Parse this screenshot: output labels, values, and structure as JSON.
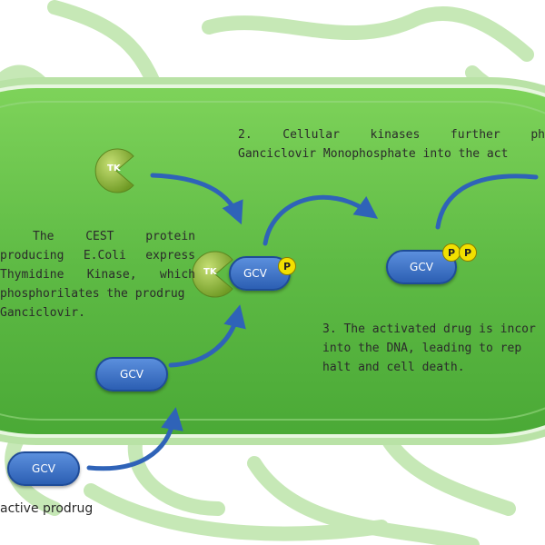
{
  "step1": {
    "lines": [
      "The CEST protein",
      "producing E.Coli express",
      "Thymidine Kinase, which",
      "phosphorilates the prodrug",
      "Ganciclovir."
    ]
  },
  "step2": {
    "line1": "2. Cellular kinases further ph",
    "line2": "Ganciclovir Monophosphate into the act"
  },
  "step3": {
    "line1": "3. The activated drug is incor",
    "line2": "into the DNA, leading to rep",
    "line3": "halt and cell death."
  },
  "prodrug_label": "active prodrug",
  "molecules": {
    "gcv_label": "GCV",
    "tk_label": "TK",
    "phosphate_label": "P"
  },
  "colors": {
    "cell_fill": "#6cc24a",
    "cell_border": "#a4d890",
    "flagella": "#c6e8b6",
    "gcv_pill": "#3a6fc4",
    "tk_enzyme": "#8fb83a",
    "phosphate": "#f2e000"
  }
}
